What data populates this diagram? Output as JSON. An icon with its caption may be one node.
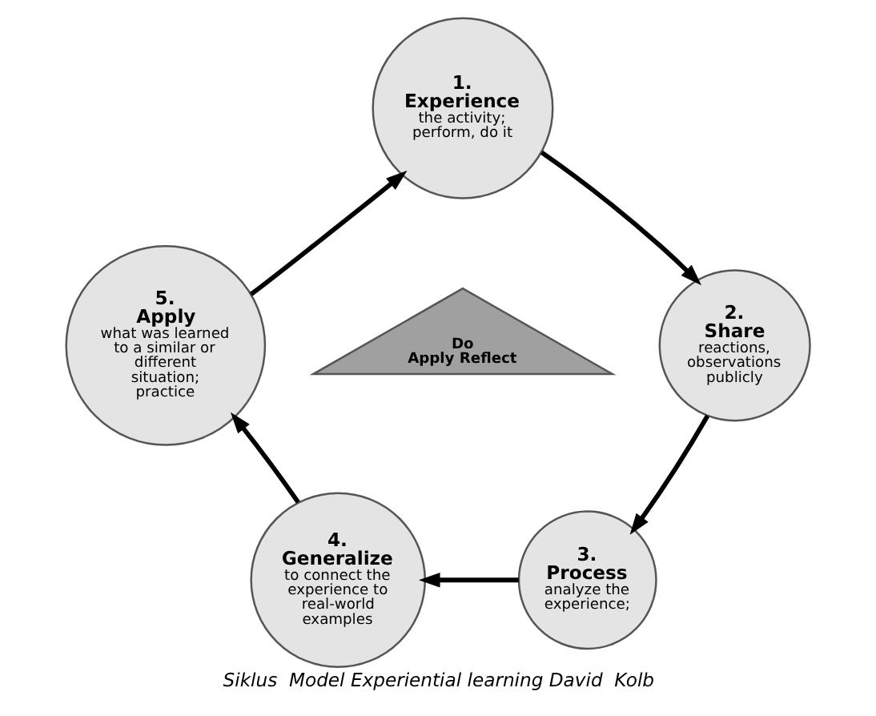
{
  "diagram": {
    "caption": "Siklus  Model Experiential learning David  Kolb",
    "nodes": [
      {
        "text": [
          "1.",
          "Experience",
          "the activity; perform, do it"
        ]
      },
      {
        "text": [
          "2.",
          "Share",
          "reactions, observations publicly"
        ]
      },
      {
        "text": [
          "3.",
          "Process",
          "analyze the experience;"
        ]
      },
      {
        "text": [
          "4.",
          "Generalize",
          "to connect the experience to real-world examples"
        ]
      },
      {
        "text": [
          "5.",
          "Apply",
          "what was learned to a similar or different situation; practice"
        ]
      },
      {
        "text": [
          "Do",
          "Apply",
          "Reflect"
        ]
      }
    ],
    "edges": [
      {
        "from": 0,
        "to": 1,
        "arrow": "to"
      },
      {
        "from": 1,
        "to": 2,
        "arrow": "to"
      },
      {
        "from": 2,
        "to": 3,
        "arrow": "to"
      },
      {
        "from": 3,
        "to": 4,
        "arrow": "to"
      },
      {
        "from": 4,
        "to": 0,
        "arrow": "to"
      }
    ]
  }
}
